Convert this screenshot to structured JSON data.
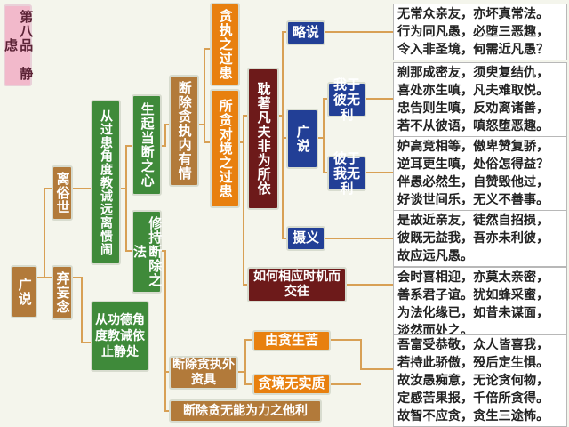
{
  "title": "第八品　静虑",
  "root": "广说",
  "level1": {
    "top": "离俗世",
    "bottom": "弃妄念"
  },
  "level2": {
    "a": "从过患角度教诫远离愦闹",
    "b": "从功德角度教诫依止静处"
  },
  "level3": {
    "a": "生起当断之心",
    "b": "修持断除之法"
  },
  "level4": {
    "a": "断除贪执内有情",
    "b": "断除贪执外资具",
    "c": "断除贪无能为力之他利"
  },
  "level5": {
    "a": "贪执之过患",
    "b": "所贪对境之过患",
    "c": "由贪生苦",
    "d": "贪境无实质"
  },
  "level6": {
    "a": "耽著凡夫非为所依",
    "b": "如何相应时机而交往"
  },
  "level7": {
    "a": "略说",
    "b": "广说",
    "c": "摄义"
  },
  "level8": {
    "a": "我于彼无利",
    "b": "彼于我无利"
  },
  "verses": [
    [
      "无常众亲友，亦坏真常法。",
      "行为同凡愚，必堕三恶趣，",
      "令入非圣境，何需近凡愚？"
    ],
    [
      "刹那成密友，须臾复结仇，",
      "喜处亦生嗔，凡夫难取悦。",
      "忠告则生嗔，反劝离诸善，",
      "若不从彼语，嗔怒堕恶趣。"
    ],
    [
      "妒高竞相等，傲卑赞复骄，",
      "逆耳更生嗔，处俗怎得益？",
      "伴愚必然生，自赞毁他过，",
      "好谈世间乐，无义不善事。"
    ],
    [
      "是故近亲友，徒然自招损，",
      "彼既无益我，吾亦未利彼，",
      "故应远凡愚。"
    ],
    [
      "会时喜相迎，亦莫太亲密，",
      "善系君子谊。犹如蜂采蜜，",
      "为法化缘已，如昔未谋面，",
      "淡然而处之。"
    ],
    [
      "吾富受恭敬，众人皆喜我，",
      "若持此骄傲，殁后定生惧。",
      "故汝愚痴意，无论贪何物，",
      "定感苦果报，千倍所贪得。",
      "故智不应贪，贪生三途怖。"
    ]
  ]
}
